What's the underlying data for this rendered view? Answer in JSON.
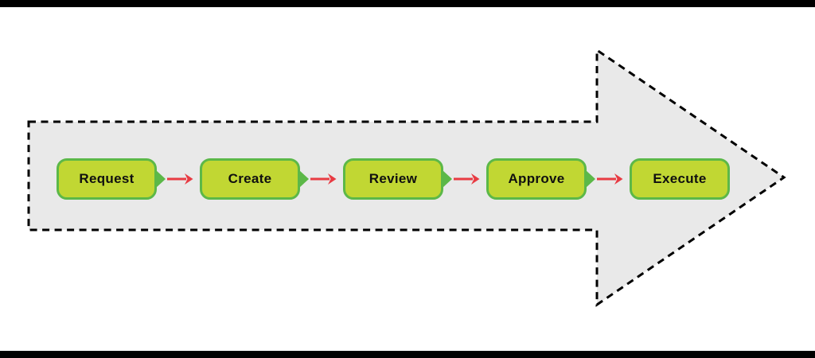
{
  "diagram": {
    "type": "process-flow-arrow",
    "steps": [
      {
        "label": "Request"
      },
      {
        "label": "Create"
      },
      {
        "label": "Review"
      },
      {
        "label": "Approve"
      },
      {
        "label": "Execute"
      }
    ],
    "colors": {
      "arrow_fill": "#e9e9e9",
      "arrow_border": "#000000",
      "step_fill": "#c1d733",
      "step_border": "#5cb848",
      "step_text": "#101010",
      "connector": "#e83b43",
      "frame_bar": "#000000"
    }
  }
}
